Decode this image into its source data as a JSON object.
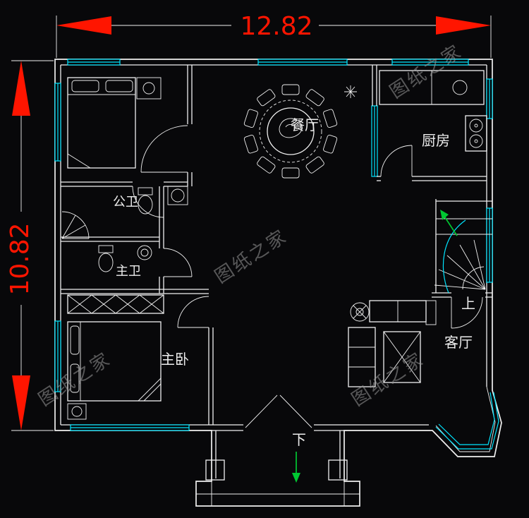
{
  "dimensions": {
    "width_label": "12.82",
    "height_label": "10.82"
  },
  "rooms": {
    "dining": "餐厅",
    "kitchen": "厨房",
    "public_bath": "公卫",
    "master_bath": "主卫",
    "master_bedroom": "主卧",
    "living_room": "客厅"
  },
  "navigation": {
    "stairs_up": "上",
    "entrance_down": "下"
  },
  "watermark": {
    "text": "图纸之家"
  },
  "colors": {
    "background": "#08080a",
    "wall": "#f0f0f0",
    "window": "#00e5ff",
    "dimension": "#ff1500",
    "direction_arrow": "#00c832",
    "watermark": "#9a9a9a"
  }
}
